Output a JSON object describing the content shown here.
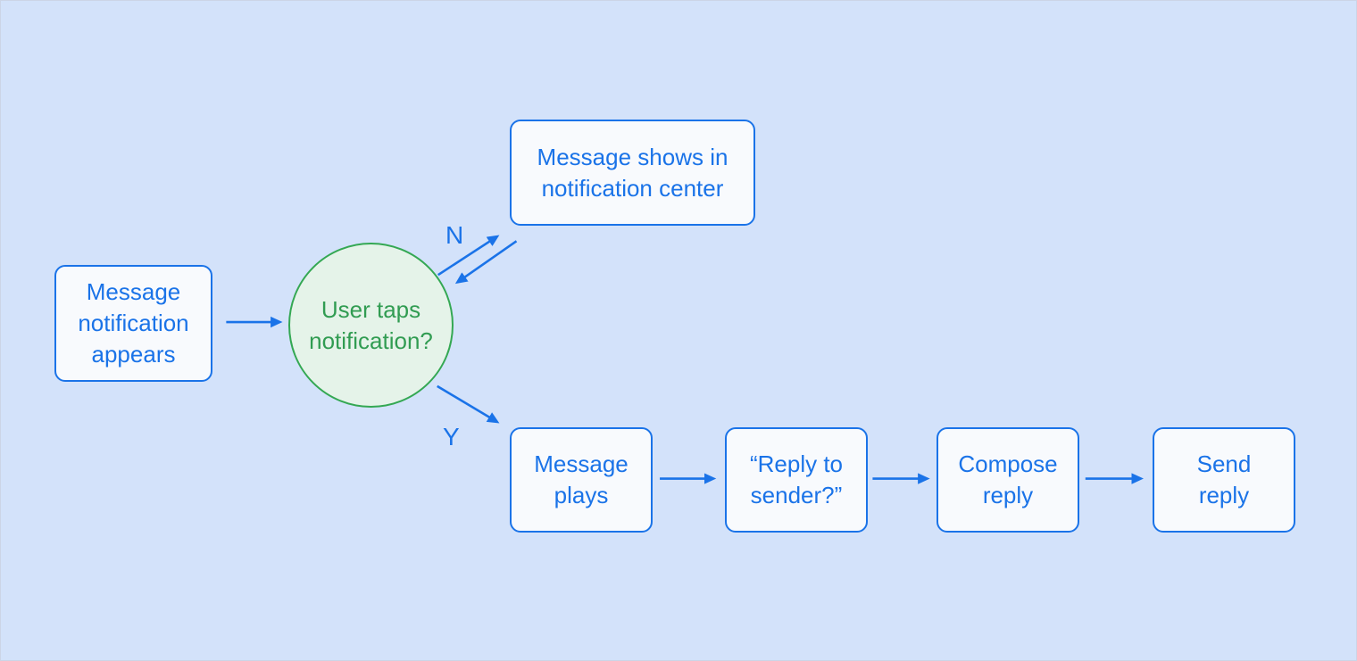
{
  "nodes": {
    "start": {
      "label": "Message\nnotification\nappears"
    },
    "decision": {
      "label": "User taps\nnotification?"
    },
    "no": {
      "label": "Message shows in\nnotification center"
    },
    "plays": {
      "label": "Message\nplays"
    },
    "reply": {
      "label": "“Reply to\nsender?”"
    },
    "compose": {
      "label": "Compose\nreply"
    },
    "send": {
      "label": "Send\nreply"
    }
  },
  "edge_labels": {
    "no": "N",
    "yes": "Y"
  },
  "colors": {
    "background": "#d3e2fa",
    "node_fill": "#f8fafd",
    "node_border": "#1a73e8",
    "node_text": "#1a73e8",
    "decision_fill": "#e5f3e9",
    "decision_border": "#34a853",
    "decision_text": "#319c52",
    "arrow": "#1a73e8"
  }
}
